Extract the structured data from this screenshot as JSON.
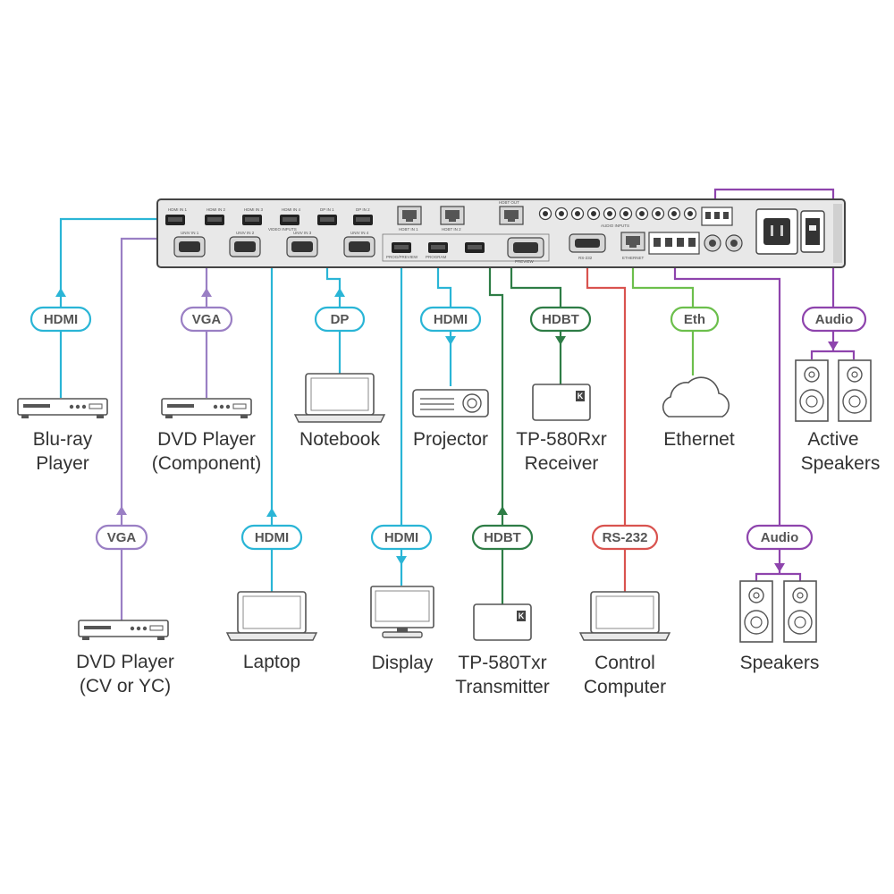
{
  "colors": {
    "hdmi": "#2ab5d6",
    "vga": "#9a7fc4",
    "dp": "#2ab5d6",
    "hdbt": "#2e7d46",
    "eth": "#6cbf4c",
    "rs232": "#d9534f",
    "audio": "#8e44ad",
    "device_outline": "#555555",
    "panel": "#e8e8e8"
  },
  "panel": {
    "port_labels": {
      "hdmi_in_1": "HDMI IN 1",
      "hdmi_in_2": "HDMI IN 2",
      "hdmi_in_3": "HDMI IN 3",
      "hdmi_in_4": "HDMI IN 4",
      "dp_in_1": "DP IN 1",
      "dp_in_2": "DP IN 2",
      "univ_in_1": "UNIV IN 1",
      "univ_in_2": "UNIV IN 2",
      "univ_in_3": "UNIV IN 3",
      "univ_in_4": "UNIV IN 4",
      "video_inputs": "VIDEO INPUTS",
      "hdbt_in_1": "HDBT IN 1",
      "hdbt_in_2": "HDBT IN 2",
      "hdbt_out": "HDBT OUT",
      "program_preview": "PROG/PREVIEW",
      "program": "PROGRAM",
      "preview": "PREVIEW",
      "audio_inputs": "AUDIO INPUTS",
      "rs232": "RS-232",
      "ethernet": "ETHERNET"
    }
  },
  "tags": {
    "hdmi_bluray": "HDMI",
    "vga_component": "VGA",
    "dp_notebook": "DP",
    "hdmi_projector": "HDMI",
    "hdbt_receiver": "HDBT",
    "eth": "Eth",
    "audio_active": "Audio",
    "vga_cv": "VGA",
    "hdmi_laptop": "HDMI",
    "hdmi_display": "HDMI",
    "hdbt_transmitter": "HDBT",
    "rs232": "RS-232",
    "audio_speakers": "Audio"
  },
  "devices": {
    "bluray": {
      "line1": "Blu-ray",
      "line2": "Player",
      "icon": "disc-player-icon"
    },
    "dvd_component": {
      "line1": "DVD Player",
      "line2": "(Component)",
      "icon": "disc-player-icon"
    },
    "notebook": {
      "line1": "Notebook",
      "icon": "laptop-icon"
    },
    "projector": {
      "line1": "Projector",
      "icon": "projector-icon"
    },
    "receiver": {
      "line1": "TP-580Rxr",
      "line2": "Receiver",
      "icon": "receiver-box-icon"
    },
    "ethernet": {
      "line1": "Ethernet",
      "icon": "cloud-icon"
    },
    "active_speakers": {
      "line1": "Active",
      "line2": "Speakers",
      "icon": "speakers-icon"
    },
    "dvd_cv": {
      "line1": "DVD Player",
      "line2": "(CV or YC)",
      "icon": "disc-player-icon"
    },
    "laptop": {
      "line1": "Laptop",
      "icon": "laptop-icon"
    },
    "display": {
      "line1": "Display",
      "icon": "monitor-icon"
    },
    "transmitter": {
      "line1": "TP-580Txr",
      "line2": "Transmitter",
      "icon": "transmitter-box-icon"
    },
    "control_computer": {
      "line1": "Control",
      "line2": "Computer",
      "icon": "laptop-icon"
    },
    "speakers": {
      "line1": "Speakers",
      "icon": "speakers-icon"
    }
  }
}
